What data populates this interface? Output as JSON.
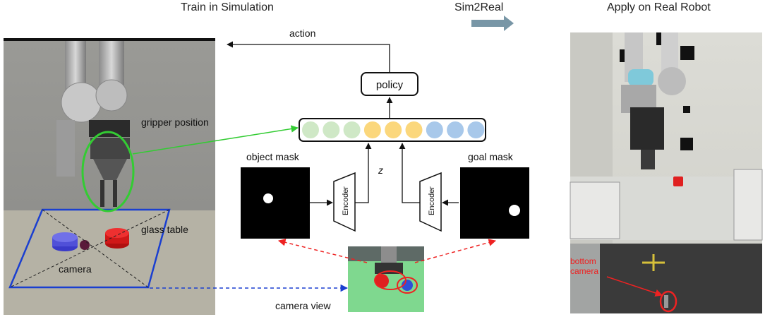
{
  "headers": {
    "left": "Train in Simulation",
    "middle": "Sim2Real",
    "right": "Apply on Real Robot"
  },
  "labels": {
    "action": "action",
    "policy": "policy",
    "gripper_position": "gripper position",
    "object_mask": "object mask",
    "goal_mask": "goal mask",
    "z": "z",
    "encoder_left": "Encoder",
    "encoder_right": "Encoder",
    "glass_table": "glass table",
    "camera": "camera",
    "camera_view": "camera view",
    "bottom_camera": "bottom camera"
  },
  "latent_vector": {
    "cells": [
      {
        "group": "gripper",
        "color": "#cfe8c6"
      },
      {
        "group": "gripper",
        "color": "#cfe8c6"
      },
      {
        "group": "gripper",
        "color": "#cfe8c6"
      },
      {
        "group": "object",
        "color": "#fbd77c"
      },
      {
        "group": "object",
        "color": "#fbd77c"
      },
      {
        "group": "object",
        "color": "#fbd77c"
      },
      {
        "group": "goal",
        "color": "#a8c8ea"
      },
      {
        "group": "goal",
        "color": "#a8c8ea"
      },
      {
        "group": "goal",
        "color": "#a8c8ea"
      }
    ]
  },
  "colors": {
    "green_arrow": "#33cc33",
    "red_arrow": "#ee2222",
    "blue_arrow": "#1a3fd0",
    "table_outline": "#1a3fd0",
    "sim2real_arrow": "#7896a6"
  }
}
